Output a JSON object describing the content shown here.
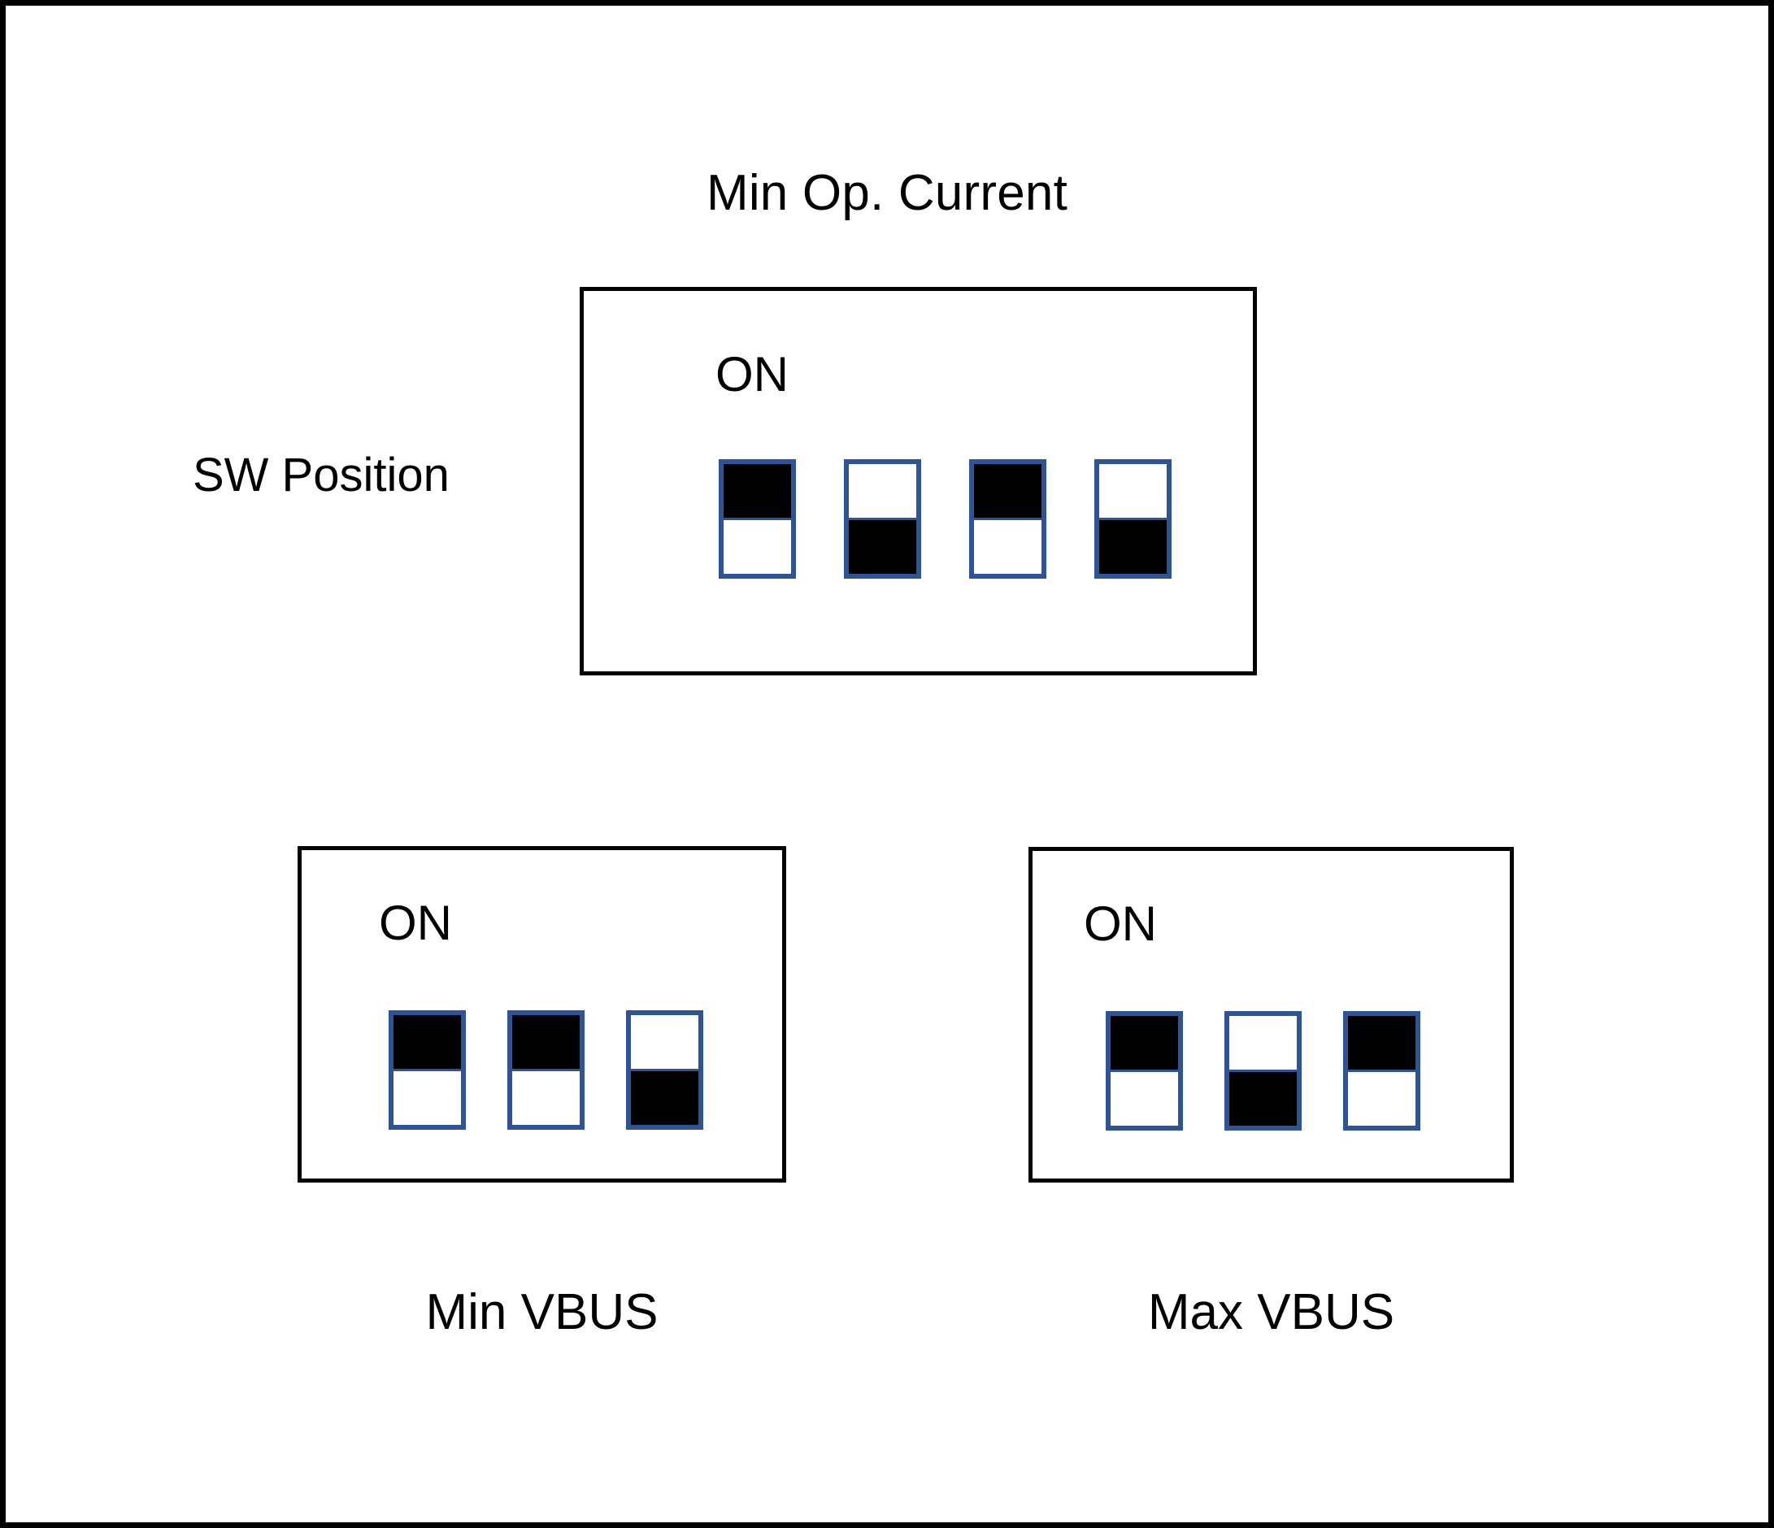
{
  "figure": {
    "title": "Min Op. Current",
    "side_label": "SW Position",
    "frame_color": "#000000",
    "switch_border_color": "#2E5496",
    "switch_filled_color": "#000000",
    "switch_empty_color": "#FFFFFF",
    "background_color": "#FFFFFF"
  },
  "groups": [
    {
      "id": "min-op-current",
      "name": "Min Op. Current",
      "on_label": "ON",
      "caption": "",
      "switch_count": 4,
      "positions": [
        "up",
        "down",
        "up",
        "down"
      ],
      "switches": [
        {
          "index": 1,
          "position": "up",
          "top_filled": true,
          "bottom_filled": false
        },
        {
          "index": 2,
          "position": "down",
          "top_filled": false,
          "bottom_filled": true
        },
        {
          "index": 3,
          "position": "up",
          "top_filled": true,
          "bottom_filled": false
        },
        {
          "index": 4,
          "position": "down",
          "top_filled": false,
          "bottom_filled": true
        }
      ]
    },
    {
      "id": "min-vbus",
      "name": "Min VBUS",
      "on_label": "ON",
      "caption": "Min VBUS",
      "switch_count": 3,
      "positions": [
        "up",
        "up",
        "down"
      ],
      "switches": [
        {
          "index": 1,
          "position": "up",
          "top_filled": true,
          "bottom_filled": false
        },
        {
          "index": 2,
          "position": "up",
          "top_filled": true,
          "bottom_filled": false
        },
        {
          "index": 3,
          "position": "down",
          "top_filled": false,
          "bottom_filled": true
        }
      ]
    },
    {
      "id": "max-vbus",
      "name": "Max VBUS",
      "on_label": "ON",
      "caption": "Max VBUS",
      "switch_count": 3,
      "positions": [
        "up",
        "down",
        "up"
      ],
      "switches": [
        {
          "index": 1,
          "position": "up",
          "top_filled": true,
          "bottom_filled": false
        },
        {
          "index": 2,
          "position": "down",
          "top_filled": false,
          "bottom_filled": true
        },
        {
          "index": 3,
          "position": "up",
          "top_filled": true,
          "bottom_filled": false
        }
      ]
    }
  ]
}
